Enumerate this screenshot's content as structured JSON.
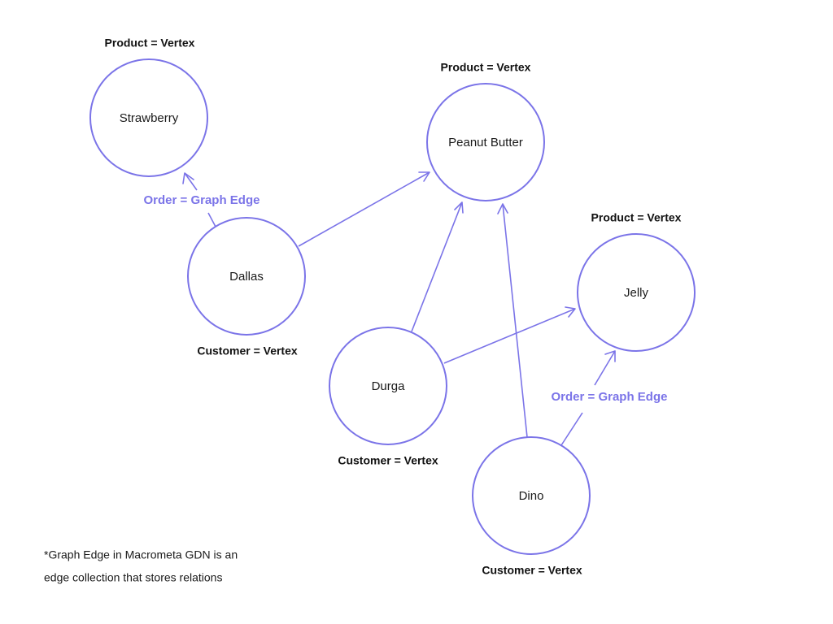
{
  "nodes": {
    "strawberry": {
      "label": "Strawberry",
      "type_label": "Product = Vertex"
    },
    "peanut_butter": {
      "label": "Peanut Butter",
      "type_label": "Product = Vertex"
    },
    "jelly": {
      "label": "Jelly",
      "type_label": "Product = Vertex"
    },
    "dallas": {
      "label": "Dallas",
      "type_label": "Customer = Vertex"
    },
    "durga": {
      "label": "Durga",
      "type_label": "Customer = Vertex"
    },
    "dino": {
      "label": "Dino",
      "type_label": "Customer = Vertex"
    }
  },
  "edge_labels": {
    "dallas_strawberry": "Order = Graph Edge",
    "dino_jelly": "Order = Graph Edge"
  },
  "edges": [
    {
      "from": "Dallas",
      "to": "Strawberry"
    },
    {
      "from": "Dallas",
      "to": "Peanut Butter"
    },
    {
      "from": "Durga",
      "to": "Peanut Butter"
    },
    {
      "from": "Durga",
      "to": "Jelly"
    },
    {
      "from": "Dino",
      "to": "Peanut Butter"
    },
    {
      "from": "Dino",
      "to": "Jelly"
    }
  ],
  "footnote": {
    "line1": "*Graph Edge in Macrometa GDN is an",
    "line2": "edge collection that stores relations"
  },
  "colors": {
    "accent": "#7b74e8",
    "text": "#1a1a1a",
    "background": "#ffffff"
  }
}
